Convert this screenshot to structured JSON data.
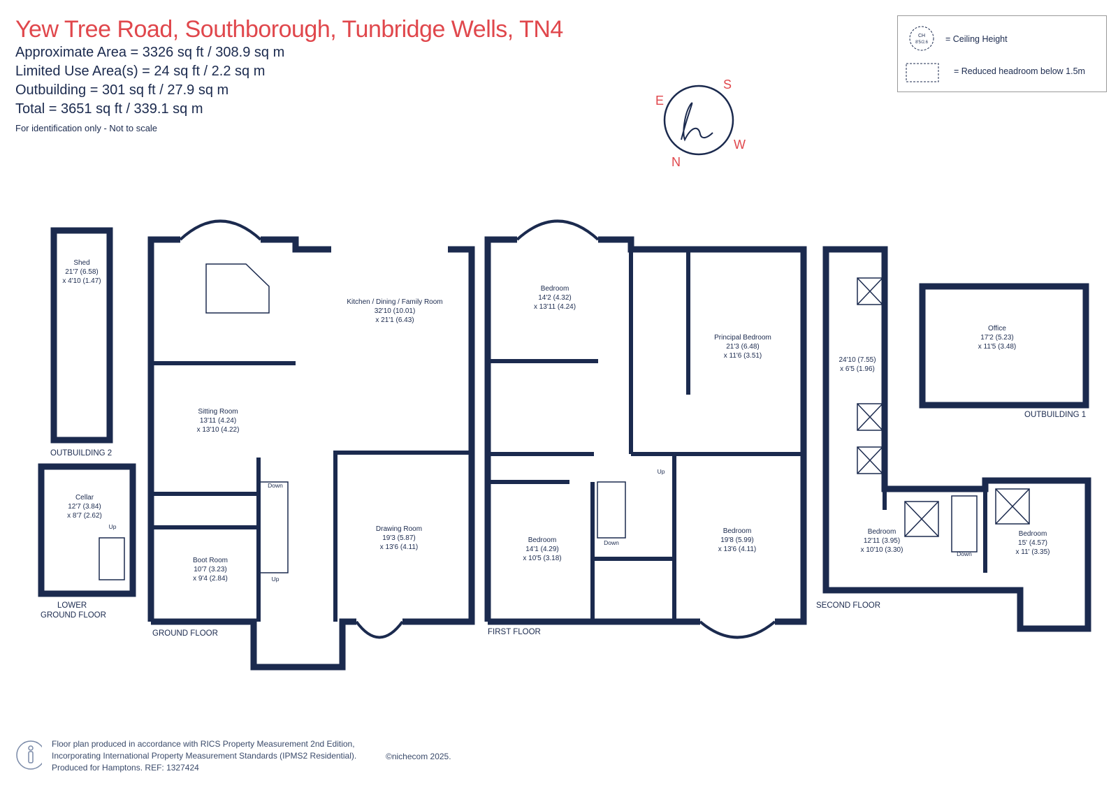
{
  "header": {
    "title": "Yew Tree Road, Southborough, Tunbridge Wells, TN4",
    "areas": [
      "Approximate Area = 3326  sq ft / 308.9  sq m",
      "Limited Use Area(s) = 24  sq ft / 2.2  sq m",
      "Outbuilding = 301 sq ft / 27.9  sq m",
      "Total = 3651 sq ft / 339.1 sq m"
    ],
    "note": "For identification only - Not to scale"
  },
  "legend": {
    "ceiling_symbol": "CH",
    "ceiling_symbol_sub": "8'5/2.6",
    "ceiling_label": "= Ceiling Height",
    "reduced_label": "= Reduced headroom below 1.5m"
  },
  "compass": {
    "s": "S",
    "e": "E",
    "w": "W",
    "n": "N",
    "logo": "h"
  },
  "floors": {
    "outbuilding2": "OUTBUILDING 2",
    "lower_ground": "LOWER",
    "lower_ground2": "GROUND FLOOR",
    "ground": "GROUND FLOOR",
    "first": "FIRST FLOOR",
    "second": "SECOND FLOOR",
    "outbuilding1": "OUTBUILDING 1"
  },
  "rooms": {
    "shed": [
      "Shed",
      "21'7 (6.58)",
      "x 4'10 (1.47)"
    ],
    "cellar": [
      "Cellar",
      "12'7 (3.84)",
      "x 8'7 (2.62)"
    ],
    "kitchen": [
      "Kitchen / Dining / Family Room",
      "32'10 (10.01)",
      "x 21'1 (6.43)"
    ],
    "sitting": [
      "Sitting Room",
      "13'11 (4.24)",
      "x 13'10 (4.22)"
    ],
    "drawing": [
      "Drawing Room",
      "19'3 (5.87)",
      "x 13'6 (4.11)"
    ],
    "boot": [
      "Boot Room",
      "10'7 (3.23)",
      "x 9'4 (2.84)"
    ],
    "bed1_first": [
      "Bedroom",
      "14'2 (4.32)",
      "x 13'11 (4.24)"
    ],
    "principal": [
      "Principal Bedroom",
      "21'3 (6.48)",
      "x 11'6 (3.51)"
    ],
    "bed2_first": [
      "Bedroom",
      "14'1 (4.29)",
      "x 10'5 (3.18)"
    ],
    "bed3_first": [
      "Bedroom",
      "19'8 (5.99)",
      "x 13'6 (4.11)"
    ],
    "loft": [
      "24'10 (7.55)",
      "x 6'5 (1.96)"
    ],
    "bed_second_a": [
      "Bedroom",
      "12'11 (3.95)",
      "x 10'10 (3.30)"
    ],
    "bed_second_b": [
      "Bedroom",
      "15' (4.57)",
      "x 11' (3.35)"
    ],
    "office": [
      "Office",
      "17'2 (5.23)",
      "x 11'5 (3.48)"
    ]
  },
  "stairs": {
    "up": "Up",
    "down": "Down"
  },
  "footer": {
    "line1": "Floor plan produced in accordance with RICS Property Measurement 2nd Edition,",
    "line2": "Incorporating International Property Measurement Standards (IPMS2 Residential).",
    "line3": "Produced for Hamptons.  REF:  1327424",
    "copyright": "©nichecom 2025."
  },
  "colors": {
    "wall": "#1b2a4e",
    "title": "#e0474c",
    "background": "#ffffff"
  }
}
